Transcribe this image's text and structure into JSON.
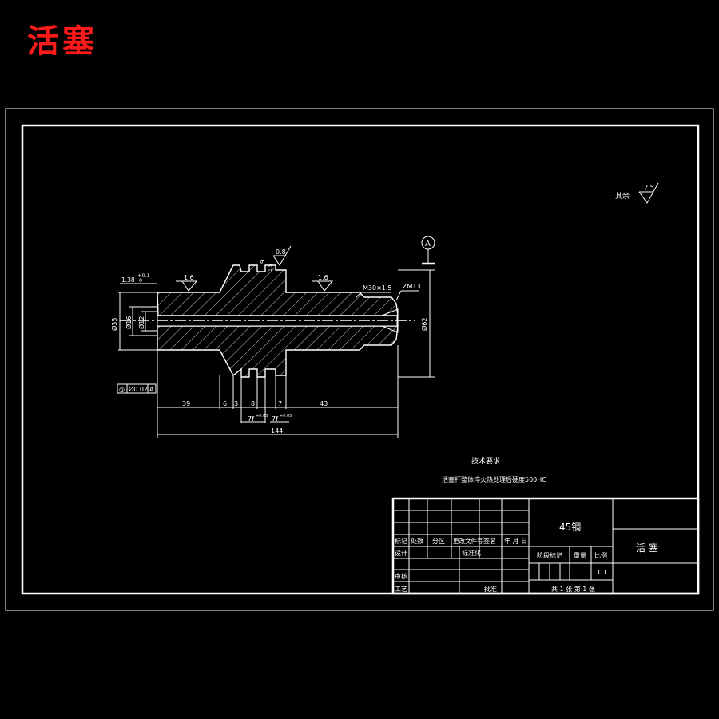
{
  "title": "活塞",
  "roughness": {
    "label": "其余",
    "value": "12.5"
  },
  "datum": "A",
  "dims": {
    "d_1_38": "1.38",
    "tol_plus": "+0.1",
    "tol_zero": "0",
    "rough_left": "1.6",
    "rough_mid": "1.6",
    "rough_groove": "0.8",
    "thread": "M30×1.5",
    "thread2": "ZM13",
    "dia_35": "Ø35",
    "dia_16": "Ø16",
    "dia_12": "Ø12",
    "dia_62": "Ø62",
    "groove_depth": "9",
    "groove_depth2": "1.5",
    "len_39": "39",
    "len_6": "6",
    "len_3": "3",
    "len_8": "8",
    "len_7": "7",
    "len_43": "43",
    "len_144": "144",
    "fit1": "7f",
    "fit1_sup": "+0.05",
    "fit2": "7f",
    "fit2_sup": "+0.05",
    "tolerance_frame": [
      "◎",
      "Ø0.02",
      "A"
    ]
  },
  "notes": {
    "heading": "技术要求",
    "line1": "活塞杆整体淬火热处理后硬度500HC"
  },
  "title_block": {
    "material": "45钢",
    "part_name": "活 塞",
    "rev_headers": [
      "标记",
      "处数",
      "分区",
      "更改文件号",
      "签名",
      "年 月 日"
    ],
    "row_design": "设计",
    "row_std": "标准化",
    "row_check": "审核",
    "row_process": "工艺",
    "row_approve": "批准",
    "stage_label": "阶段标记",
    "weight_label": "重量",
    "scale_label": "比例",
    "scale_value": "1:1",
    "sheets": "共 1 张   第 1 张"
  }
}
